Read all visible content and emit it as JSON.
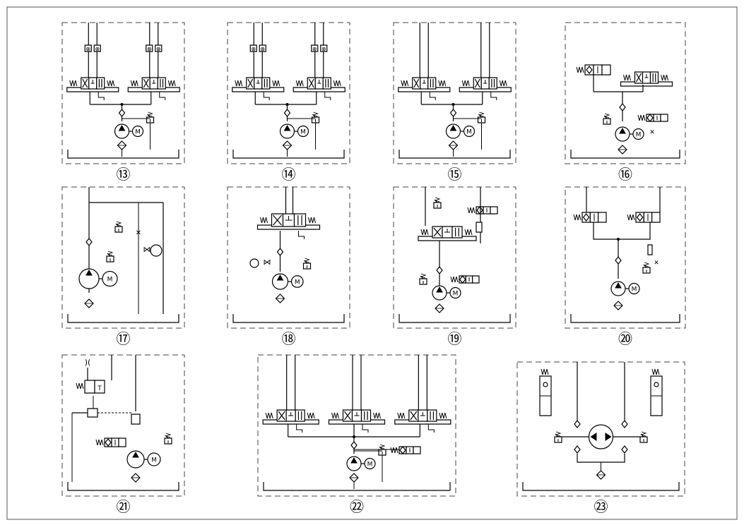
{
  "sheet": {
    "colors": {
      "ink": "#000000",
      "paper": "#ffffff",
      "frame": "#555555"
    }
  },
  "panels": [
    {
      "id": "13",
      "label": "⑬",
      "variant": "dual-valve-cylinders",
      "motor_label": "M"
    },
    {
      "id": "14",
      "label": "⑭",
      "variant": "dual-valve-cylinders",
      "motor_label": "M"
    },
    {
      "id": "15",
      "label": "⑮",
      "variant": "dual-valve-plain",
      "motor_label": "M"
    },
    {
      "id": "16",
      "label": "⑯",
      "variant": "solenoid-and-valve",
      "motor_label": "M"
    },
    {
      "id": "17",
      "label": "⑰",
      "variant": "accumulator-circuit",
      "motor_label": "M"
    },
    {
      "id": "18",
      "label": "⑱",
      "variant": "single-valve-accumulator",
      "motor_label": "M"
    },
    {
      "id": "19",
      "label": "⑲",
      "variant": "vertical-valve-relief",
      "motor_label": "M"
    },
    {
      "id": "20",
      "label": "⑳",
      "variant": "two-solenoid-valves",
      "motor_label": "M"
    },
    {
      "id": "21",
      "label": "㉑",
      "variant": "pilot-check-circuit",
      "motor_label": "M"
    },
    {
      "id": "22",
      "label": "㉒",
      "variant": "triple-valve",
      "motor_label": "M"
    },
    {
      "id": "23",
      "label": "㉓",
      "variant": "bidirectional-pump",
      "motor_label": ""
    }
  ],
  "symbols": {
    "spring": "W",
    "tank_port": "T",
    "check_icon": "check-valve-icon",
    "relief_icon": "relief-valve-icon",
    "filter_icon": "filter-icon",
    "pump_icon": "pump-icon",
    "motor_icon": "motor-icon"
  }
}
